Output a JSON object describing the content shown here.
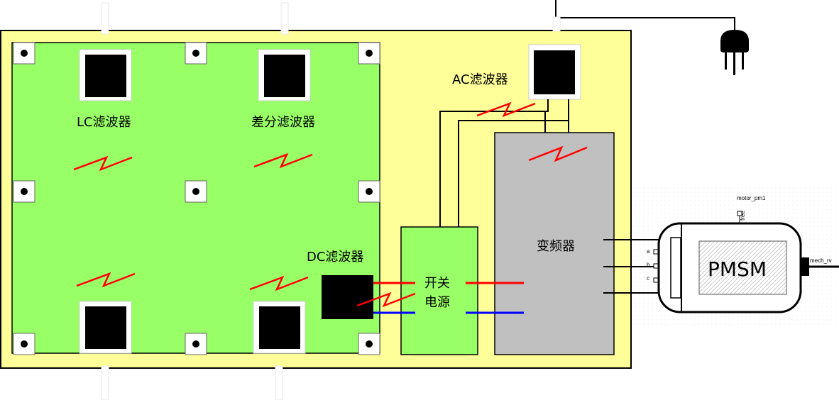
{
  "labels": {
    "lc_filter": "LC滤波器",
    "diff_filter": "差分滤波器",
    "ac_filter": "AC滤波器",
    "dc_filter": "DC滤波器",
    "switch_line1": "开关",
    "switch_line2": "电源",
    "inverter": "变频器",
    "motor": "PMSM",
    "motor_name": "motor_pm1",
    "flange_free": "free",
    "shaft": "mech_rv",
    "pin_a": "a",
    "pin_b": "b",
    "pin_c": "c"
  },
  "colors": {
    "board": "#FFFF99",
    "filter_board": "#99FF66",
    "inverter": "#C0C0C0",
    "switch_psu": "#99FF66",
    "hot_wire": "#FF0000",
    "neutral_wire": "#0000FF",
    "connector": "#000000"
  }
}
